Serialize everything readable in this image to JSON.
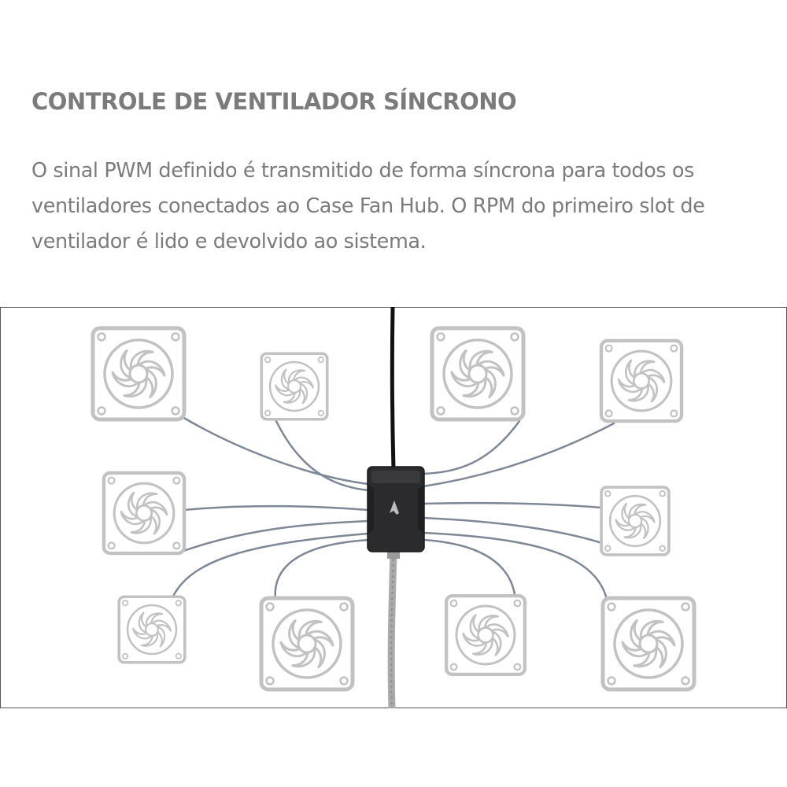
{
  "section": {
    "title": "CONTROLE DE VENTILADOR SÍNCRONO",
    "description_lines": [
      "O sinal PWM definido é transmitido de forma síncrona para todos os",
      "ventiladores conectados ao Case Fan Hub. O RPM do primeiro slot de",
      "ventilador é lido e devolvido ao sistema."
    ]
  },
  "diagram": {
    "fan_count": 10,
    "icons": {
      "fan": "case-fan-icon",
      "hub": "fan-hub-icon",
      "logo": "arctic-logo-icon"
    },
    "colors": {
      "text": "#7b7b7b",
      "fan_outline": "#c2c2c2",
      "fan_cable": "#7d8796",
      "hub_body": "#2b2b2d",
      "power_cable": "#111111",
      "sata_cable": "#aaaaaa",
      "frame_border": "#555555"
    }
  }
}
